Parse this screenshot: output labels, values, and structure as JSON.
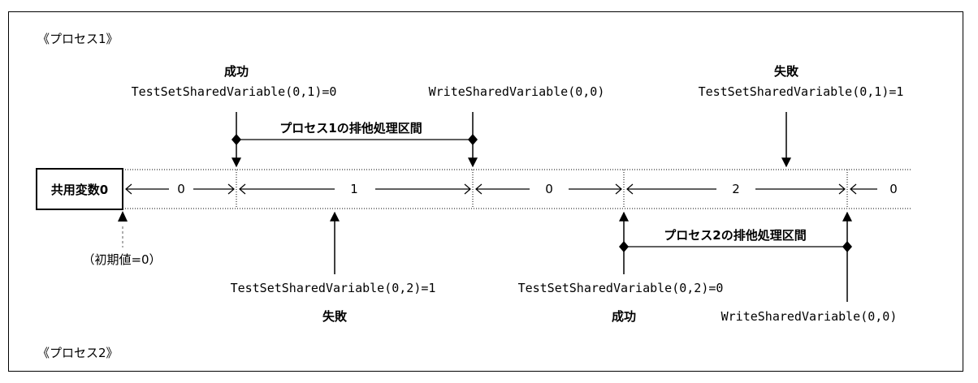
{
  "labels": {
    "process1": "《プロセス1》",
    "process2": "《プロセス2》",
    "variable": "共用変数0",
    "initial": "（初期値=0）"
  },
  "timeline_values": [
    "0",
    "1",
    "0",
    "2",
    "0"
  ],
  "process1_events": [
    {
      "result": "成功",
      "call": "TestSetSharedVariable(0,1)=0"
    },
    {
      "result": "",
      "call": "WriteSharedVariable(0,0)"
    },
    {
      "result": "失敗",
      "call": "TestSetSharedVariable(0,1)=1"
    }
  ],
  "process2_events": [
    {
      "result": "失敗",
      "call": "TestSetSharedVariable(0,2)=1"
    },
    {
      "result": "成功",
      "call": "TestSetSharedVariable(0,2)=0"
    },
    {
      "result": "",
      "call": "WriteSharedVariable(0,0)"
    }
  ],
  "exclusive_sections": {
    "process1": "プロセス1の排他処理区間",
    "process2": "プロセス2の排他処理区間"
  }
}
